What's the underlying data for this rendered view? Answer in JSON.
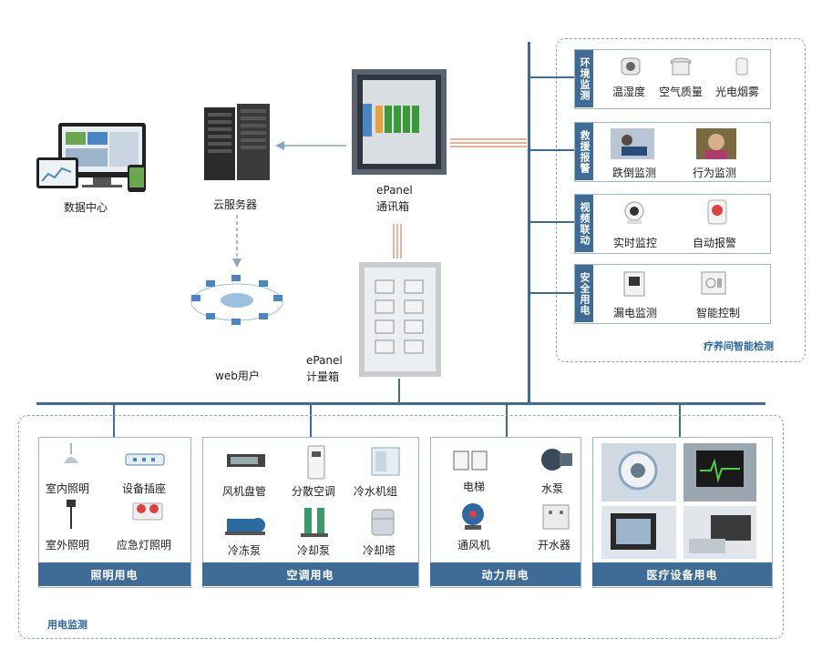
{
  "top": {
    "datacenter": "数据中心",
    "cloud_server": "云服务器",
    "web_user": "web用户",
    "comm_box_line1": "ePanel",
    "comm_box_line2": "通讯箱",
    "meter_box_line1": "ePanel",
    "meter_box_line2": "计量箱"
  },
  "right_panel": {
    "title": "疗养间智能检测",
    "groups": [
      {
        "tab": "环境监测",
        "items": [
          "温湿度",
          "空气质量",
          "光电烟雾"
        ]
      },
      {
        "tab": "救援报警",
        "items": [
          "跌倒监测",
          "行为监测"
        ]
      },
      {
        "tab": "视频联动",
        "items": [
          "实时监控",
          "自动报警"
        ]
      },
      {
        "tab": "安全用电",
        "items": [
          "漏电监测",
          "智能控制"
        ]
      }
    ]
  },
  "bottom_panel": {
    "title": "用电监测",
    "groups": [
      {
        "title": "照明用电",
        "items": [
          "室内照明",
          "设备插座",
          "室外照明",
          "应急灯照明"
        ]
      },
      {
        "title": "空调用电",
        "items": [
          "风机盘管",
          "分散空调",
          "冷水机组",
          "冷冻泵",
          "冷却泵",
          "冷却塔"
        ]
      },
      {
        "title": "动力用电",
        "items": [
          "电梯",
          "水泵",
          "通风机",
          "开水器"
        ]
      },
      {
        "title": "医疗设备用电",
        "items": []
      }
    ]
  },
  "colors": {
    "accent": "#3e6c97",
    "dash": "#8aa6c4",
    "feed": "#d7825c"
  }
}
